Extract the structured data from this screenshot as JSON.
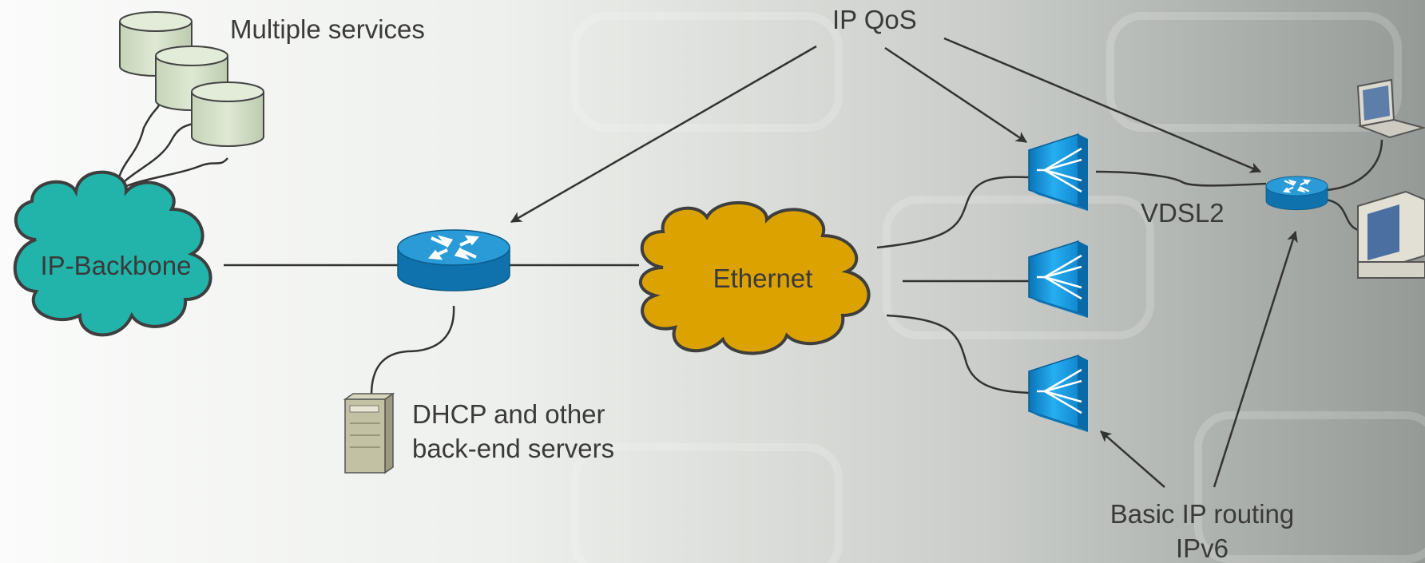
{
  "labels": {
    "multiple_services": "Multiple services",
    "ip_qos": "IP QoS",
    "ip_backbone": "IP-Backbone",
    "ethernet": "Ethernet",
    "vdsl2": "VDSL2",
    "dhcp_line1": "DHCP and other",
    "dhcp_line2": "back-end servers",
    "routing_line1": "Basic IP routing",
    "routing_line2": "IPv6"
  },
  "colors": {
    "backbone_cloud": "#20b0a8",
    "ethernet_cloud": "#d9a100",
    "router": "#1a8ec4",
    "switch": "#1e9fe0",
    "database": "#d4e0c7",
    "server": "#c3c1a3"
  },
  "icons": [
    "database-icon",
    "router-icon",
    "switch-icon",
    "server-icon",
    "laptop-icon",
    "workstation-icon",
    "cloud-icon"
  ]
}
